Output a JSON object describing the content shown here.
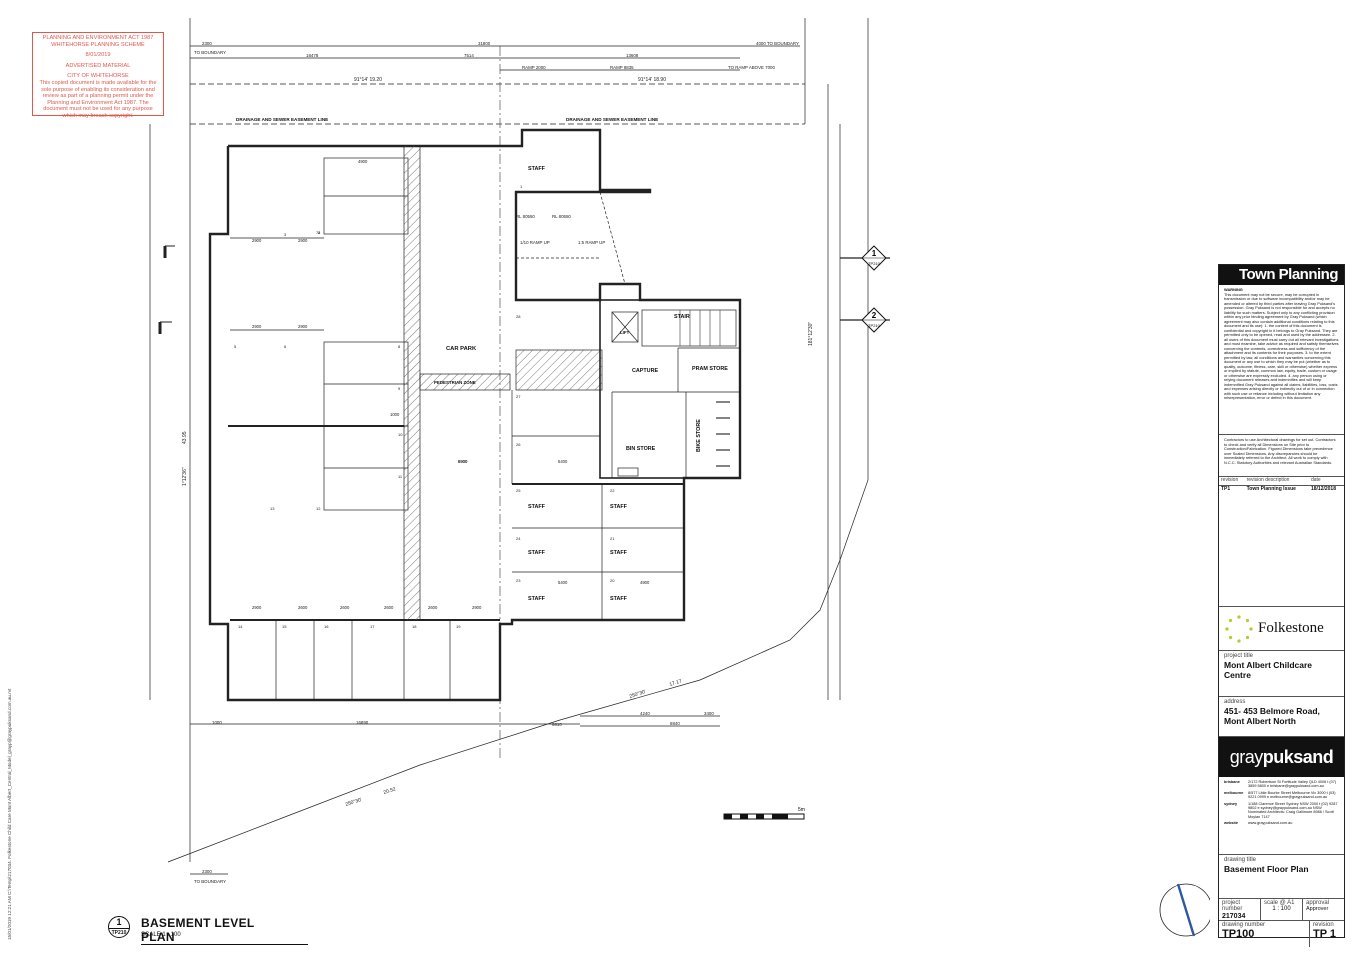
{
  "stamp": {
    "line1": "PLANNING AND ENVIRONMENT ACT 1987",
    "line2": "WHITEHORSE PLANNING SCHEME",
    "line3": "8/01/2019",
    "line4": "ADVERTISED MATERIAL",
    "line5": "CITY OF WHITEHORSE",
    "line6": "This copied document is made available for the sole purpose of enabling its consideration and review as part of a planning permit under the Planning and Environment Act 1987. The document must not be used for any purpose which may breach copyright."
  },
  "plan": {
    "rooms": {
      "staff_top": "STAFF",
      "car_park": "CAR PARK",
      "pedestrian_zone": "PEDESTRIAN ZONE",
      "stair": "STAIR",
      "lift": "LIFT",
      "capture": "CAPTURE",
      "pram_store": "PRAM STORE",
      "bin_store": "BIN STORE",
      "bike_store": "BIKE STORE",
      "staff_a": "STAFF",
      "staff_b": "STAFF",
      "staff_c": "STAFF",
      "staff_d": "STAFF",
      "staff_e": "STAFF",
      "staff_f": "STAFF"
    },
    "labels": {
      "easement_left": "DRAINAGE AND SEWER EASEMENT LINE",
      "easement_right": "DRAINAGE AND SEWER EASEMENT LINE",
      "ramp_1_10": "1/10 RAMP UP",
      "ramp_1_5": "1:5 RAMP UP",
      "rl1": "RL 80550",
      "rl2": "RL 80550",
      "to_boundary_top": "TO BOUNDARY",
      "to_boundary_right": "4000 TO BOUNDARY",
      "to_boundary_bottom": "TO BOUNDARY",
      "to_ramp_above": "TO RAMP ABOVE 7000",
      "ramp_2000": "RAMP 2000",
      "ramp_8835": "RAMP 8835",
      "bearing_1": "91°14'  19.20",
      "bearing_2": "91°14'  18.90",
      "bearing_3": "250°30'",
      "bearing_4": "250°30'",
      "dist_3": "17.17",
      "dist_4": "20.52",
      "bearing_left": "1°12'36\"",
      "dist_left": "43.95",
      "bearing_right": "181°12'30\"",
      "scale_bar": "5m",
      "dim_top_total": "31800",
      "dim_top_a": "18478",
      "dim_top_b": "13608",
      "dim_top_c": "7514",
      "dim_top_left": "2300",
      "dim_bot_left": "1000",
      "dim_bot_mid": "16890",
      "dim_bot_right": "6810",
      "dim_bot_1": "4240",
      "dim_bot_2": "3400",
      "dim_bot_3": "8840",
      "dim_bot_boundary": "2300",
      "section_1_num": "1",
      "section_1_ref": "TP210",
      "section_2_num": "2",
      "section_2_ref": "TP210",
      "bay_dims": [
        "4900",
        "2900",
        "2900",
        "2900",
        "2900",
        "6900",
        "5400",
        "5400",
        "4900",
        "2900",
        "2600",
        "2600",
        "2600",
        "2600",
        "2900",
        "1000",
        "6900"
      ],
      "bay_numbers": [
        "1",
        "2",
        "3",
        "4",
        "5",
        "6",
        "7",
        "8",
        "9",
        "10",
        "11",
        "12",
        "13",
        "14",
        "15",
        "16",
        "17",
        "18",
        "19",
        "20",
        "21",
        "22",
        "23",
        "24",
        "25",
        "26",
        "27",
        "28"
      ]
    }
  },
  "plan_title": {
    "number": "1",
    "ref": "TP210",
    "title": "BASEMENT  LEVEL PLAN",
    "scale": "SCALE 1 : 100"
  },
  "side_path": "15/01/2019 12:21 AM   C:\\Temp\\217034. Folkestone Child Care Mont Albert_Central_Model_grayp@graypuksand.com.au.rvt",
  "titleblock": {
    "status": "Town Planning",
    "warning_head": "WARNING",
    "warning_text": "This document may not be secure, may be corrupted in transmission or due to software incompatibility and/or may be amended or altered by third parties after leaving Gray Puksand's possession. Gray Puksand is not responsible for and accepts no liability for such matters. Subject only to any conflicting provision within any prior binding agreement by Gray Puksand (which agreement may also contain additional conditions relating to this document and its use): 1. the content of this document is confidential and copyright in it belongs to Gray Puksand. They are permitted only to be opened, read and used by the addressee. 2. all users of this document must carry out all relevant investigations and must examine, take advice as required and satisfy themselves concerning the contents, correctness and sufficiency of the attachment and its contents for their purposes. 3. to the extent permitted by law, all conditions and warranties concerning this document or any use to which they may be put (whether as to quality, outcome, fitness, care, skill or otherwise) whether express or implied by statute, common law, equity, trade, custom or usage or otherwise are expressly excluded. 4. any person using or relying document releases and indemnifies and will keep indemnified Gray Puksand against all claims, liabilities, loss, costs and expenses arising directly or indirectly out of or in connection with such use or reliance including without limitation any misrepresentation, error or defect in this document.",
    "notes": "Contractors to use Architectural drawings for set out. Contractors to check and verify all Dimensions on Site prior to Construction/Fabrication. Figured Dimensions take precedence over Scaled Dimensions. Any discrepancies should be immediately referred to the Architect. All work to comply with N.C.C. Statutory Authorities and relevant Australian Standards.",
    "rev_headers": [
      "revision",
      "revision description",
      "date"
    ],
    "rev_row": [
      "TP1",
      "Town Planning Issue",
      "18/12/2018"
    ],
    "client": "Folkestone",
    "project_title_label": "project title",
    "project_title": "Mont Albert Childcare Centre",
    "address_label": "address",
    "address": "451- 453 Belmore Road, Mont Albert North",
    "firm_a": "gray",
    "firm_b": "puksand",
    "offices": [
      {
        "city": "brisbane",
        "text": "2/172 Robertson St Fortitude Valley QLD 4006  t (07) 3859 5800  e brisbane@graypuksand.com.au"
      },
      {
        "city": "melbourne",
        "text": "8/577 Little Bourke Street Melbourne Vic 3000  t (03) 9221 0999  e melbourne@graypuksand.com.au"
      },
      {
        "city": "sydney",
        "text": "1/188 Clarence Street Sydney NSW 2000  t (02) 9287 9802  e sydney@graypuksand.com.au  NSW Nominated Architects: Craig Gallimore 8986 / Scott Moylan 7147"
      },
      {
        "city": "website",
        "text": "www.graypuksand.com.au"
      }
    ],
    "drawing_title_label": "drawing title",
    "drawing_title": "Basement Floor Plan",
    "project_number_label": "project number",
    "project_number": "217034",
    "scale_label": "scale @ A1",
    "scale": "1 : 100",
    "approval_label": "approval",
    "approval": "Approver",
    "drawing_number_label": "drawing number",
    "drawing_number": "TP100",
    "revision_label": "revision",
    "revision": "TP 1"
  }
}
